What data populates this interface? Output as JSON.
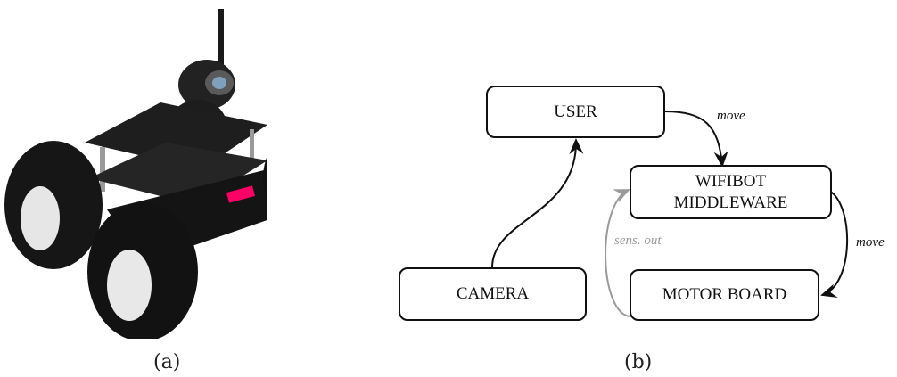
{
  "panel_a": {
    "caption": "(a)"
  },
  "panel_b": {
    "caption": "(b)",
    "nodes": {
      "user": "USER",
      "wifibot_line1": "WIFIBOT",
      "wifibot_line2": "MIDDLEWARE",
      "camera": "CAMERA",
      "motor": "MOTOR BOARD"
    },
    "edges": {
      "user_to_wifibot": "move",
      "wifibot_to_motor": "move",
      "motor_to_wifibot": "sens. out"
    },
    "colors": {
      "line": "#111111",
      "feedback": "#9a9a9a"
    }
  }
}
